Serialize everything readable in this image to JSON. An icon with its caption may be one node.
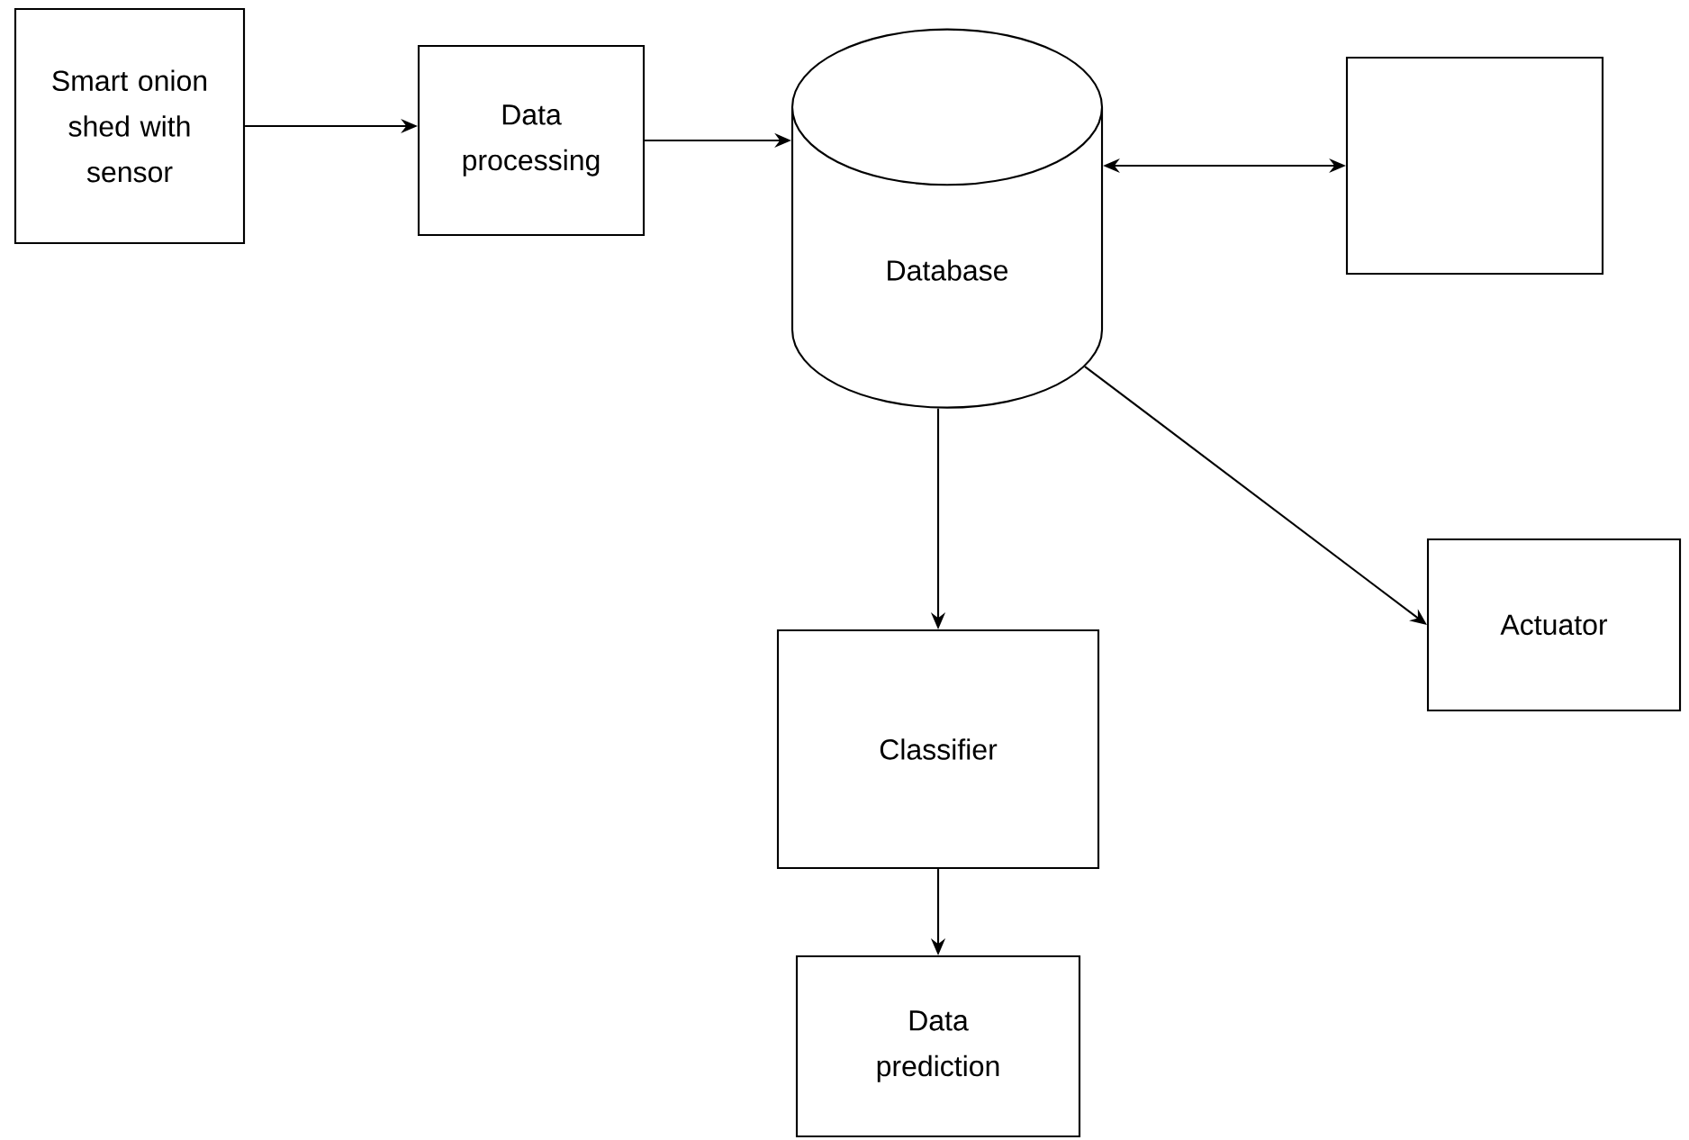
{
  "diagram": {
    "nodes": [
      {
        "text": [
          "Smart onion shed with sensor"
        ]
      },
      {
        "text": [
          "Data processing"
        ]
      },
      {
        "text": [
          "Database"
        ]
      },
      {
        "text": [],
        "shape": "box"
      },
      {
        "text": [
          "Classifier"
        ]
      },
      {
        "text": [
          "Actuator"
        ]
      },
      {
        "text": [
          "Data prediction"
        ]
      }
    ],
    "edges": [
      {
        "from": 0,
        "to": 1,
        "arrow": "to"
      },
      {
        "from": 1,
        "to": 2,
        "arrow": "to"
      },
      {
        "from": 2,
        "to": 3,
        "arrow": "both"
      },
      {
        "from": 2,
        "to": 4,
        "arrow": "to"
      },
      {
        "from": 2,
        "to": 5,
        "arrow": "to"
      },
      {
        "from": 4,
        "to": 6,
        "arrow": "to"
      }
    ]
  }
}
